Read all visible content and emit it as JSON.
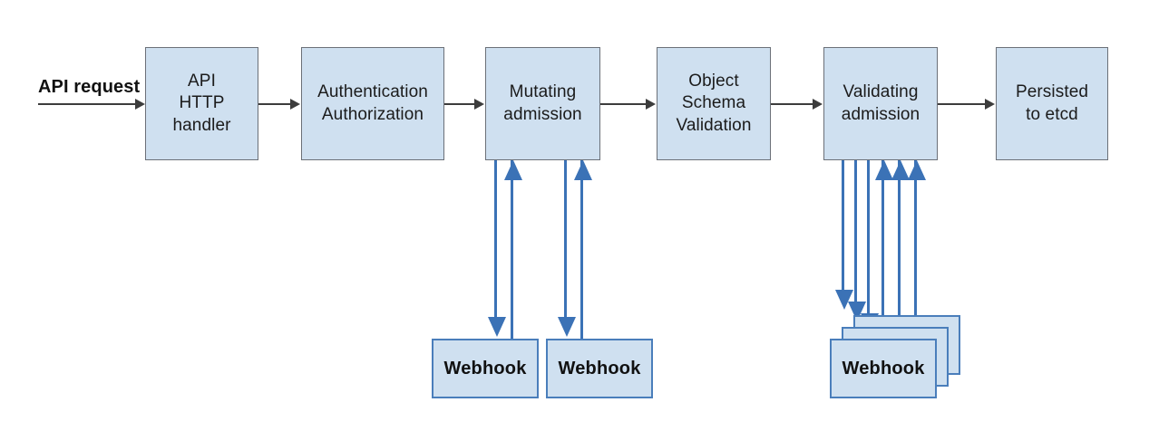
{
  "diagram": {
    "title": "Kubernetes API request admission control flow",
    "colors": {
      "box_fill": "#cfe0f0",
      "stage_border": "#6b7078",
      "webhook_border": "#4a7ebb",
      "flow_arrow": "#3c3c3c",
      "webhook_arrow": "#3b72b6",
      "text": "#111111"
    },
    "entry": {
      "label": "API request"
    },
    "stages": [
      {
        "id": "api-http-handler",
        "label": "API\nHTTP\nhandler"
      },
      {
        "id": "authentication-authorization",
        "label": "Authentication\nAuthorization"
      },
      {
        "id": "mutating-admission",
        "label": "Mutating\nadmission"
      },
      {
        "id": "object-schema-validation",
        "label": "Object\nSchema\nValidation"
      },
      {
        "id": "validating-admission",
        "label": "Validating\nadmission"
      },
      {
        "id": "persisted-to-etcd",
        "label": "Persisted\nto etcd"
      }
    ],
    "webhooks": [
      {
        "id": "mutating-webhook-1",
        "label": "Webhook",
        "stacked": false,
        "parent": "mutating-admission"
      },
      {
        "id": "mutating-webhook-2",
        "label": "Webhook",
        "stacked": false,
        "parent": "mutating-admission"
      },
      {
        "id": "validating-webhook-stack",
        "label": "Webhook",
        "stacked": true,
        "stack_count": 3,
        "parent": "validating-admission"
      }
    ],
    "connectors": {
      "flow_arrow_count": 6,
      "mutating_call_pairs": 2,
      "validating_call_pairs": 3,
      "call_direction_down": "request to webhook",
      "call_direction_up": "response from webhook"
    }
  }
}
